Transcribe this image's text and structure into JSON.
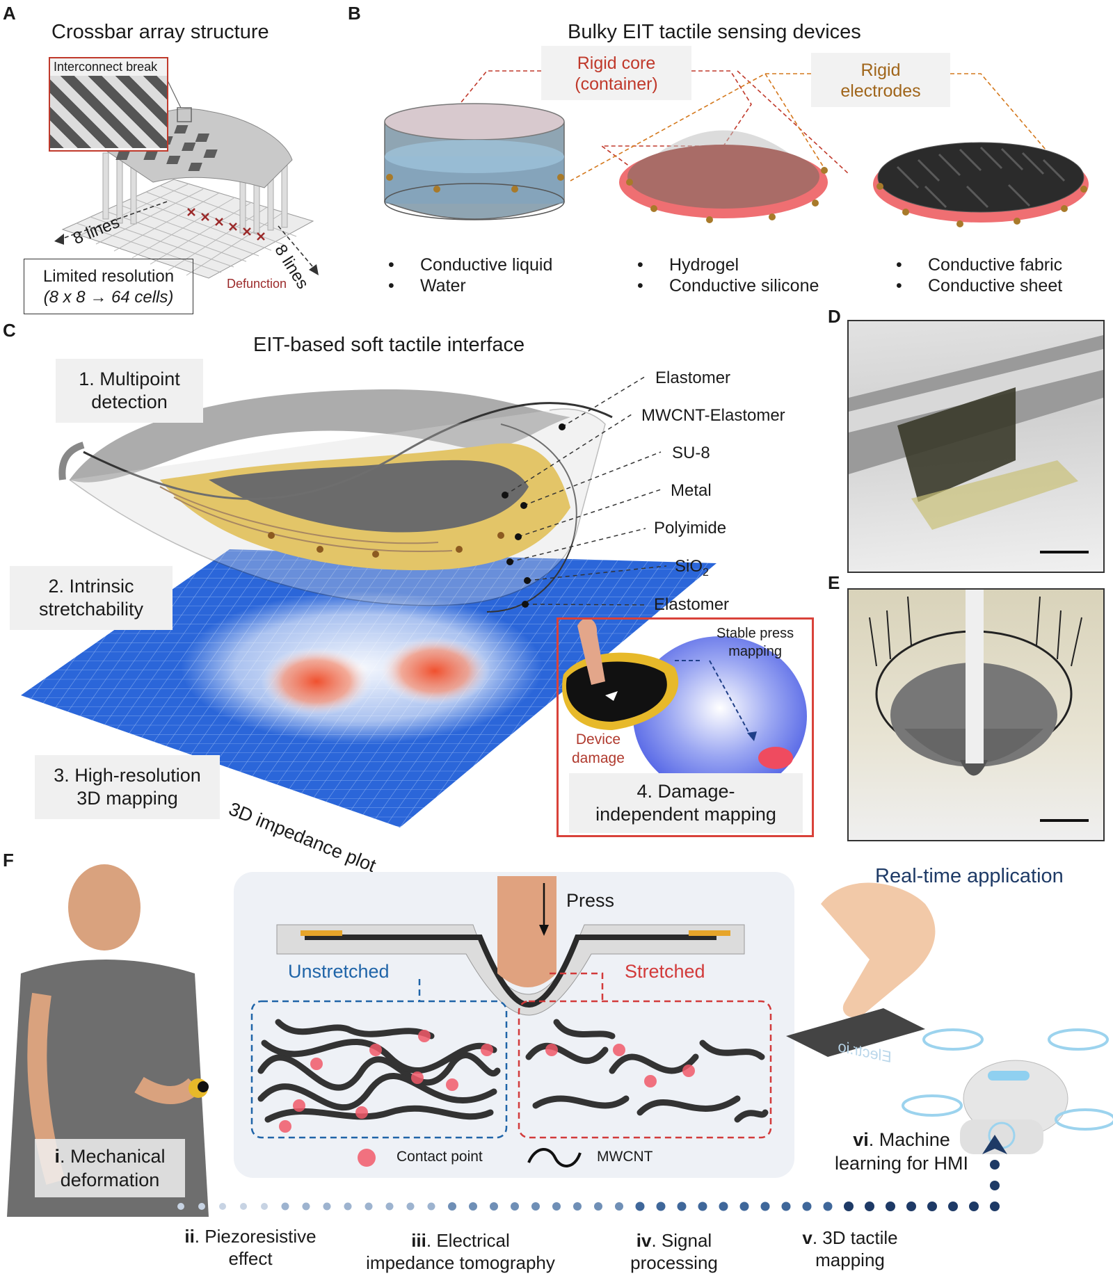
{
  "panel_labels": {
    "a": "A",
    "b": "B",
    "c": "C",
    "d": "D",
    "e": "E",
    "f": "F"
  },
  "panel_a": {
    "title": "Crossbar array structure",
    "inset_label": "Interconnect break",
    "lines_left": "8 lines",
    "lines_right": "8 lines",
    "defunction": "Defunction",
    "resolution_line1": "Limited resolution",
    "resolution_line2": "(8 x 8 → 64 cells)"
  },
  "panel_b": {
    "title": "Bulky EIT tactile sensing devices",
    "rigid_core": "Rigid core\n(container)",
    "rigid_electrodes": "Rigid\nelectrodes",
    "device1": [
      "Conductive liquid",
      "Water"
    ],
    "device2": [
      "Hydrogel",
      "Conductive silicone"
    ],
    "device3": [
      "Conductive fabric",
      "Conductive sheet"
    ],
    "bullet": "•"
  },
  "panel_c": {
    "title": "EIT-based soft tactile interface",
    "feature1": "1. Multipoint\ndetection",
    "feature2": "2. Intrinsic\nstretchability",
    "feature3": "3. High-resolution\n3D mapping",
    "feature4": "4. Damage-\nindependent mapping",
    "plot_label": "3D impedance plot",
    "stable_press": "Stable press\nmapping",
    "device_damage": "Device\ndamage",
    "layers": [
      "Elastomer",
      "MWCNT-Elastomer",
      "SU-8",
      "Metal",
      "Polyimide",
      "SiO",
      "Elastomer"
    ],
    "sio2_sub": "2"
  },
  "panel_f": {
    "realtime": "Real-time application",
    "press": "Press",
    "unstretched": "Unstretched",
    "stretched": "Stretched",
    "contact_point": "Contact point",
    "mwcnt": "MWCNT",
    "drone_text": "Electr.io",
    "step1_num": "i",
    "step1_text": ". Mechanical\ndeformation",
    "step2_num": "ii",
    "step2_text": ". Piezoresistive\neffect",
    "step3_num": "iii",
    "step3_text": ". Electrical\nimpedance tomography",
    "step4_num": "iv",
    "step4_text": ". Signal\nprocessing",
    "step5_num": "v",
    "step5_text": ". 3D tactile\nmapping",
    "step6_num": "vi",
    "step6_text": ". Machine\nlearning for HMI"
  },
  "colors": {
    "accent_red": "#c0392b",
    "accent_blue": "#1f5fa8",
    "orange": "#d4781c",
    "navy": "#1e3a66",
    "yellow": "#e7b92a",
    "impedance_blue": "#2b66d9"
  }
}
